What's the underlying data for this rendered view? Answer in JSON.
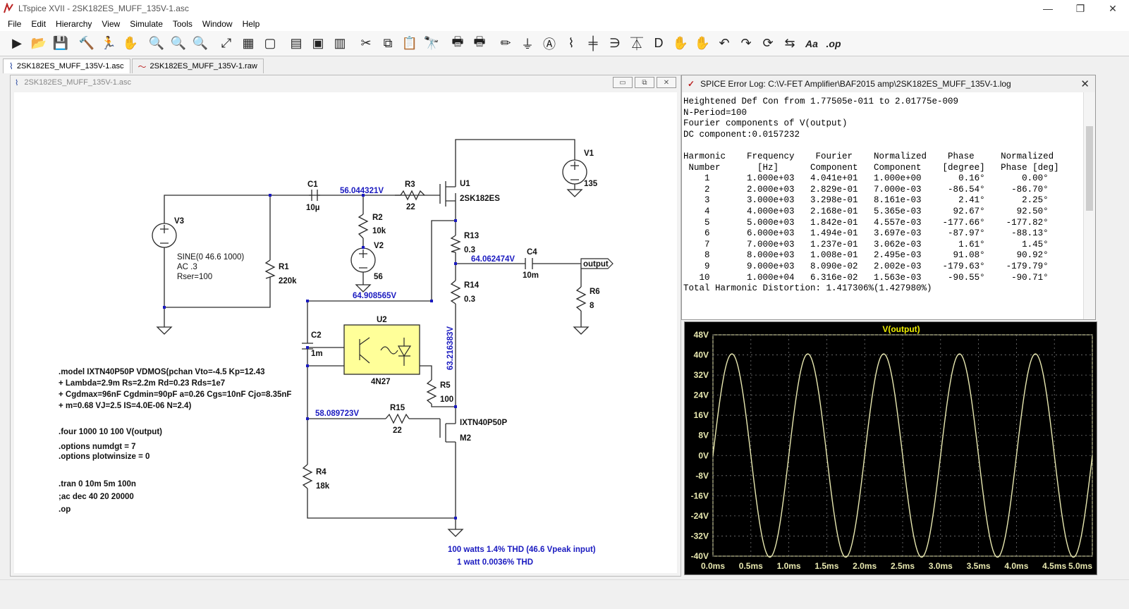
{
  "window": {
    "title": "LTspice XVII - 2SK182ES_MUFF_135V-1.asc",
    "minimize": "—",
    "maximize": "❐",
    "close": "✕"
  },
  "menu": [
    "File",
    "Edit",
    "Hierarchy",
    "View",
    "Simulate",
    "Tools",
    "Window",
    "Help"
  ],
  "toolbar": [
    {
      "name": "run-icon",
      "glyph": "▶"
    },
    {
      "name": "open-icon",
      "glyph": "📂"
    },
    {
      "name": "save-icon",
      "glyph": "💾"
    },
    {
      "name": "control-panel-icon",
      "glyph": "🔨"
    },
    {
      "name": "run-simulation-icon",
      "glyph": "🏃"
    },
    {
      "name": "pan-hand-icon",
      "glyph": "✋"
    },
    {
      "name": "zoom-in-icon",
      "glyph": "🔍"
    },
    {
      "name": "zoom-area-icon",
      "glyph": "🔍"
    },
    {
      "name": "zoom-out-icon",
      "glyph": "🔍"
    },
    {
      "name": "zoom-fit-icon",
      "glyph": "⤢"
    },
    {
      "name": "autorange-icon",
      "glyph": "▦"
    },
    {
      "name": "grid-icon",
      "glyph": "▢"
    },
    {
      "name": "tile-horizontal-icon",
      "glyph": "▤"
    },
    {
      "name": "cascade-icon",
      "glyph": "▣"
    },
    {
      "name": "tile-vertical-icon",
      "glyph": "▥"
    },
    {
      "name": "cut-icon",
      "glyph": "✂"
    },
    {
      "name": "copy-icon",
      "glyph": "⧉"
    },
    {
      "name": "paste-icon",
      "glyph": "📋"
    },
    {
      "name": "find-icon",
      "glyph": "🔭"
    },
    {
      "name": "print-icon",
      "glyph": "🖶"
    },
    {
      "name": "print-preview-icon",
      "glyph": "🖶"
    },
    {
      "name": "draw-wire-icon",
      "glyph": "✏"
    },
    {
      "name": "ground-icon",
      "glyph": "⏚"
    },
    {
      "name": "label-net-icon",
      "glyph": "Ⓐ"
    },
    {
      "name": "resistor-icon",
      "glyph": "⌇"
    },
    {
      "name": "capacitor-icon",
      "glyph": "╪"
    },
    {
      "name": "inductor-icon",
      "glyph": "∋"
    },
    {
      "name": "diode-icon",
      "glyph": "⏄"
    },
    {
      "name": "component-icon",
      "glyph": "D"
    },
    {
      "name": "move-icon",
      "glyph": "✋"
    },
    {
      "name": "drag-icon",
      "glyph": "✋"
    },
    {
      "name": "undo-icon",
      "glyph": "↶"
    },
    {
      "name": "redo-icon",
      "glyph": "↷"
    },
    {
      "name": "rotate-icon",
      "glyph": "⟳"
    },
    {
      "name": "mirror-icon",
      "glyph": "⇆"
    },
    {
      "name": "text-icon",
      "glyph": "Aa"
    },
    {
      "name": "spice-directive-icon",
      "glyph": ".op"
    }
  ],
  "tabs": [
    {
      "label": "2SK182ES_MUFF_135V-1.asc",
      "icon": "schematic-icon"
    },
    {
      "label": "2SK182ES_MUFF_135V-1.raw",
      "icon": "waveform-icon"
    }
  ],
  "schematic": {
    "title": "2SK182ES_MUFF_135V-1.asc",
    "ctrl_min": "▭",
    "ctrl_max": "⧉",
    "ctrl_close": "✕",
    "labels": {
      "V1": "V1",
      "V1v": "135",
      "U1": "U1",
      "U1m": "2SK182ES",
      "C1": "C1",
      "C1v": "10µ",
      "R3": "R3",
      "R3v": "22",
      "R2": "R2",
      "R2v": "10k",
      "V2": "V2",
      "V2v": "56",
      "V3": "V3",
      "V3a": "SINE(0 46.6 1000)",
      "V3b": "AC .3",
      "V3c": "Rser=100",
      "R1": "R1",
      "R1v": "220k",
      "R13": "R13",
      "R13v": "0.3",
      "C4": "C4",
      "C4v": "10m",
      "out": "output",
      "R6": "R6",
      "R6v": "8",
      "R14": "R14",
      "R14v": "0.3",
      "U2": "U2",
      "U2m": "4N27",
      "C2": "C2",
      "C2v": "1m",
      "R5": "R5",
      "R5v": "100",
      "R15": "R15",
      "R15v": "22",
      "M2": "M2",
      "M2m": "IXTN40P50P",
      "R4": "R4",
      "R4v": "18k",
      "n1": "56.044321V",
      "n2": "64.062474V",
      "n3": "64.908565V",
      "n4": "63.216383V",
      "n5": "58.089723V"
    },
    "directives": [
      ".model IXTN40P50P VDMOS(pchan Vto=-4.5 Kp=12.43",
      "+ Lambda=2.9m Rs=2.2m Rd=0.23 Rds=1e7",
      "+ Cgdmax=96nF Cgdmin=90pF a=0.26 Cgs=10nF Cjo=8.35nF",
      "+ m=0.68 VJ=2.5 IS=4.0E-06 N=2.4)",
      ".four 1000 10 100 V(output)",
      ".options numdgt = 7",
      ".options plotwinsize = 0",
      ".tran 0 10m 5m 100n",
      ";ac dec 40 20 20000",
      " .op"
    ],
    "notes": [
      "100 watts 1.4% THD (46.6 Vpeak input)",
      "1 watt 0.0036% THD"
    ]
  },
  "log": {
    "title": "SPICE Error Log: C:\\V-FET Amplifier\\BAF2015 amp\\2SK182ES_MUFF_135V-1.log",
    "close": "✕",
    "lines": [
      "Heightened Def Con from 1.77505e-011 to 2.01775e-009",
      "N-Period=100",
      "Fourier components of V(output)",
      "DC component:0.0157232",
      "",
      "Harmonic    Frequency    Fourier    Normalized    Phase     Normalized",
      " Number       [Hz]      Component   Component    [degree]   Phase [deg]",
      "    1       1.000e+03   4.041e+01   1.000e+00       0.16°       0.00°",
      "    2       2.000e+03   2.829e-01   7.000e-03     -86.54°     -86.70°",
      "    3       3.000e+03   3.298e-01   8.161e-03       2.41°       2.25°",
      "    4       4.000e+03   2.168e-01   5.365e-03      92.67°      92.50°",
      "    5       5.000e+03   1.842e-01   4.557e-03    -177.66°    -177.82°",
      "    6       6.000e+03   1.494e-01   3.697e-03     -87.97°     -88.13°",
      "    7       7.000e+03   1.237e-01   3.062e-03       1.61°       1.45°",
      "    8       8.000e+03   1.008e-01   2.495e-03      91.08°      90.92°",
      "    9       9.000e+03   8.090e-02   2.002e-03    -179.63°    -179.79°",
      "   10       1.000e+04   6.316e-02   1.563e-03     -90.55°     -90.71°",
      "Total Harmonic Distortion: 1.417306%(1.427980%)"
    ]
  },
  "plot": {
    "title": "V(output)",
    "yticks": [
      "48V",
      "40V",
      "32V",
      "24V",
      "16V",
      "8V",
      "0V",
      "-8V",
      "-16V",
      "-24V",
      "-32V",
      "-40V"
    ],
    "xticks": [
      "0.0ms",
      "0.5ms",
      "1.0ms",
      "1.5ms",
      "2.0ms",
      "2.5ms",
      "3.0ms",
      "3.5ms",
      "4.0ms",
      "4.5ms",
      "5.0ms"
    ],
    "trace_color": "#e8e8b0",
    "axis_color": "#e8e8b0",
    "title_color": "#f0f000",
    "amplitude": 40.4,
    "frequency_hz": 1000,
    "ymin": -40,
    "ymax": 48,
    "xmin_ms": 0,
    "xmax_ms": 5
  },
  "colors": {
    "wire": "#2a2a2a",
    "node_label": "#1a1ac0",
    "junction": "#1a1ac0",
    "optocoupler": "#ffff99"
  }
}
